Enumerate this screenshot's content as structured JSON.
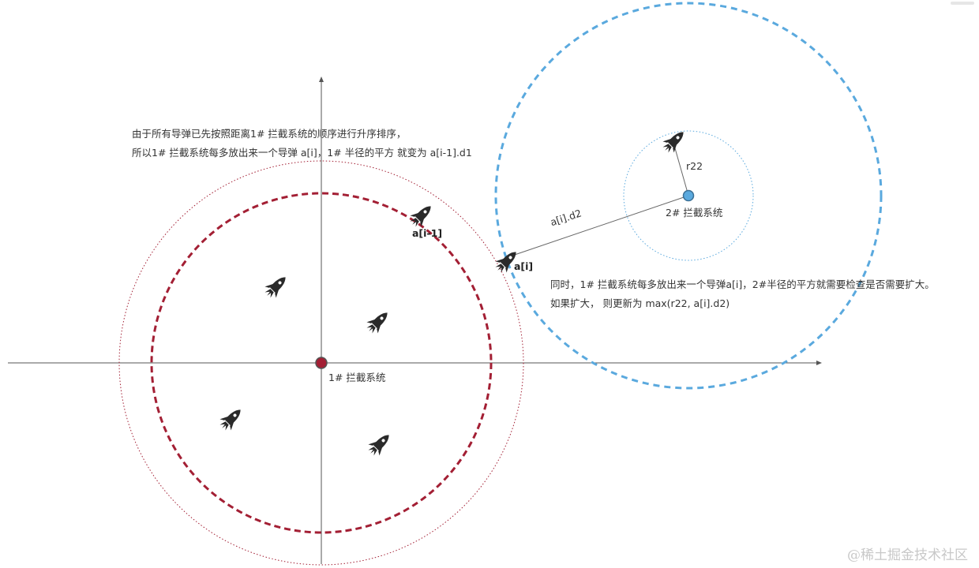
{
  "annotations": {
    "sorted_note_line1": "由于所有导弹已先按照距离1# 拦截系统的顺序进行升序排序，",
    "sorted_note_line2": "所以1# 拦截系统每多放出来一个导弹 a[i]，1# 半径的平方 就变为 a[i-1].d1",
    "check_note_line1": "同时，1# 拦截系统每多放出来一个导弹a[i]，2#半径的平方就需要检查是否需要扩大。",
    "check_note_line2": "如果扩大， 则更新为 max(r22, a[i].d2)"
  },
  "labels": {
    "system1": "1# 拦截系统",
    "system2": "2# 拦截系统",
    "missile_prev": "a[i-1]",
    "missile_current": "a[i]",
    "distance_d2": "a[i].d2",
    "radius_r22": "r22"
  },
  "watermark": "@稀土掘金技术社区",
  "colors": {
    "system1": "#a31f34",
    "system2": "#5aa9de",
    "missile": "#2a2a2a",
    "axis": "#555555"
  }
}
